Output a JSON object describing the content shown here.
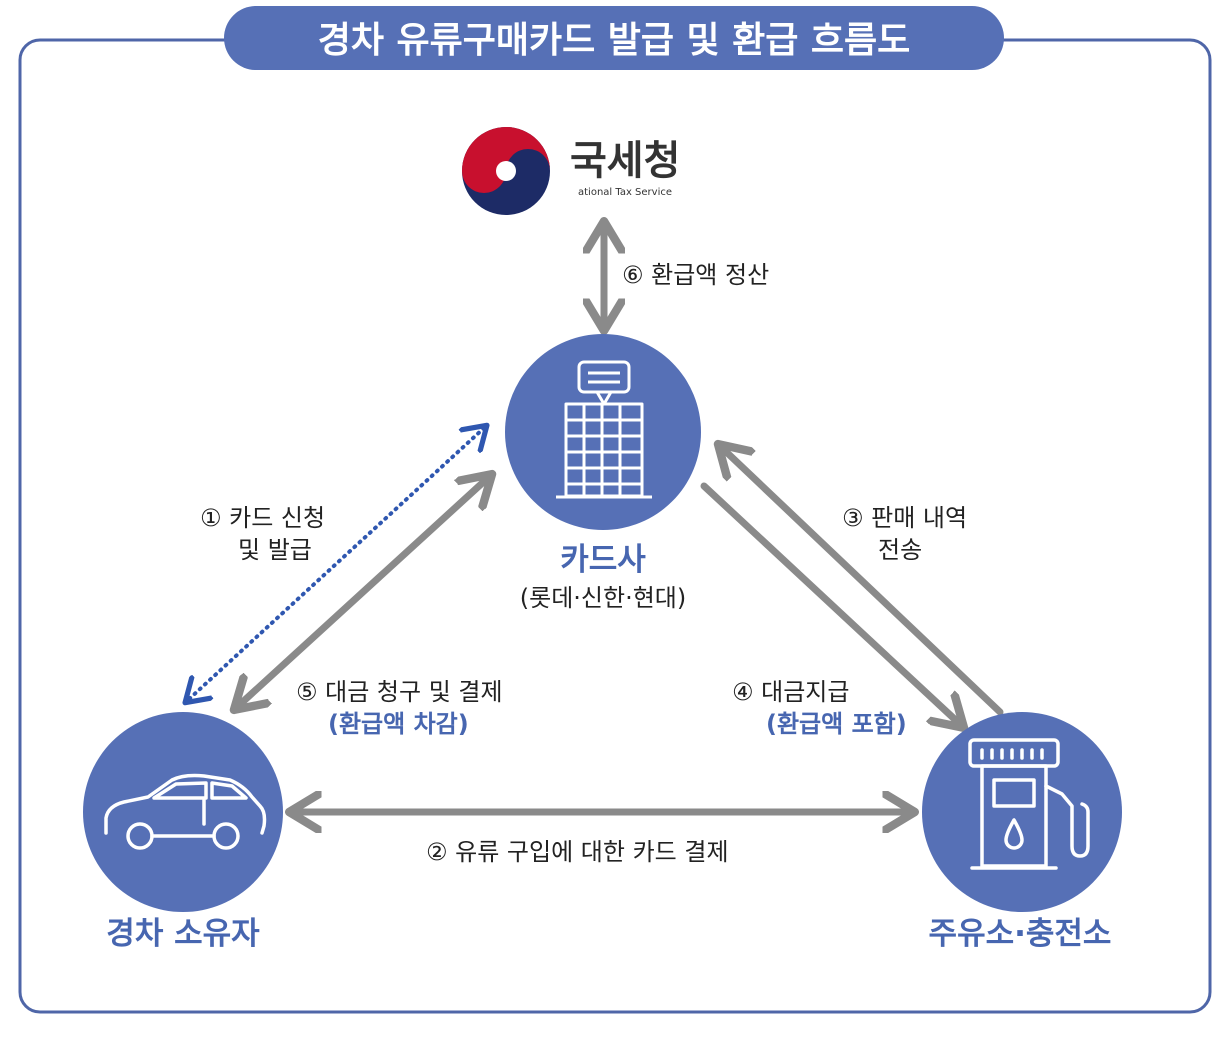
{
  "title": "경차 유류구매카드 발급 및 환급 흐름도",
  "colors": {
    "primary": "#5670b6",
    "frame": "#4f66a8",
    "arrow": "#8a8a8a",
    "dotted": "#2f57b0",
    "text": "#222222",
    "accent_text": "#4766b0",
    "logo_red": "#c8102e",
    "logo_navy": "#1d2b66"
  },
  "nodes": {
    "nts": {
      "label": "국세청",
      "sublabel": "ational Tax Service",
      "icon": "korea-government-emblem-icon"
    },
    "card_company": {
      "label": "카드사",
      "sublabel": "(롯데·신한·현대)",
      "icon": "office-building-icon"
    },
    "car_owner": {
      "label": "경차 소유자",
      "icon": "car-icon"
    },
    "gas_station": {
      "label": "주유소·충전소",
      "icon": "fuel-pump-icon"
    }
  },
  "flows": {
    "f1": {
      "line1": "① 카드 신청",
      "line2": "및 발급"
    },
    "f2": {
      "text": "② 유류 구입에 대한 카드 결제"
    },
    "f3": {
      "line1": "③ 판매 내역",
      "line2": "전송"
    },
    "f4": {
      "text": "④ 대금지급",
      "note": "(환급액 포함)"
    },
    "f5": {
      "text": "⑤ 대금 청구 및 결제",
      "note": "(환급액 차감)"
    },
    "f6": {
      "text": "⑥ 환급액 정산"
    }
  }
}
